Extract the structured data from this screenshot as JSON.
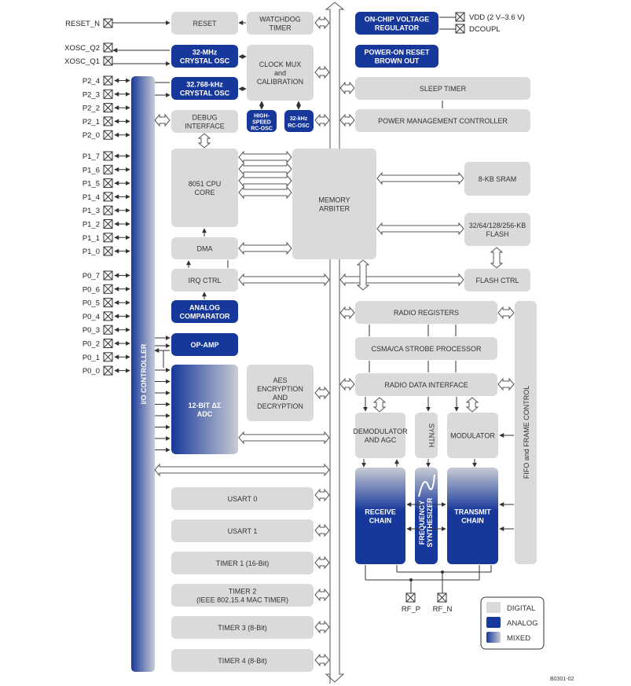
{
  "title": "CC2530 Block Diagram",
  "colors": {
    "digital": "#d9dadb",
    "analog": "#17389b",
    "mixed_start": "#17389b",
    "mixed_end": "#c8ccd4",
    "line": "#333333"
  },
  "pins": {
    "reset_n": "RESET_N",
    "xosc_q2": "XOSC_Q2",
    "xosc_q1": "XOSC_Q1",
    "p2": [
      "P2_4",
      "P2_3",
      "P2_2",
      "P2_1",
      "P2_0"
    ],
    "p1": [
      "P1_7",
      "P1_6",
      "P1_5",
      "P1_4",
      "P1_3",
      "P1_2",
      "P1_1",
      "P1_0"
    ],
    "p0": [
      "P0_7",
      "P0_6",
      "P0_5",
      "P0_4",
      "P0_3",
      "P0_2",
      "P0_1",
      "P0_0"
    ],
    "vdd": "VDD (2 V–3.6 V)",
    "dcoupl": "DCOUPL",
    "rf_p": "RF_P",
    "rf_n": "RF_N"
  },
  "blocks": {
    "reset": "RESET",
    "watchdog": [
      "WATCHDOG",
      "TIMER"
    ],
    "xosc32m": [
      "32-MHz",
      "CRYSTAL OSC"
    ],
    "xosc32k": [
      "32.768-kHz",
      "CRYSTAL OSC"
    ],
    "clockmux": [
      "CLOCK MUX",
      "and",
      "CALIBRATION"
    ],
    "hs_rcosc": [
      "HIGH-",
      "SPEED",
      "RC-OSC"
    ],
    "rcosc32k": [
      "32-kHz",
      "RC-OSC"
    ],
    "debug": [
      "DEBUG",
      "INTERFACE"
    ],
    "vreg": [
      "ON-CHIP VOLTAGE",
      "REGULATOR"
    ],
    "por": [
      "POWER-ON RESET",
      "BROWN OUT"
    ],
    "sleep_timer": "SLEEP TIMER",
    "pmc": "POWER MANAGEMENT CONTROLLER",
    "cpu": [
      "8051 CPU",
      "CORE"
    ],
    "mem_arbiter": [
      "MEMORY",
      "ARBITER"
    ],
    "sram": "8-KB SRAM",
    "flash": [
      "32/64/128/256-KB",
      "FLASH"
    ],
    "flash_ctrl": "FLASH CTRL",
    "dma": "DMA",
    "irq": "IRQ CTRL",
    "analog_comp": [
      "ANALOG",
      "COMPARATOR"
    ],
    "opamp": "OP-AMP",
    "adc": [
      "12-BIT ΔΣ",
      "ADC"
    ],
    "aes": [
      "AES",
      "ENCRYPTION",
      "AND",
      "DECRYPTION"
    ],
    "io_controller": "I/O CONTROLLER",
    "usart0": "USART 0",
    "usart1": "USART 1",
    "timer1": "TIMER 1 (16-Bit)",
    "timer2": [
      "TIMER 2",
      "(IEEE 802.15.4 MAC TIMER)"
    ],
    "timer3": "TIMER 3 (8-Bit)",
    "timer4": "TIMER 4 (8-Bit)",
    "radio_regs": "RADIO REGISTERS",
    "csma": "CSMA/CA STROBE PROCESSOR",
    "radio_data": "RADIO DATA INTERFACE",
    "demod": [
      "DEMODULATOR",
      "AND AGC"
    ],
    "synth": "SYNTH",
    "modulator": "MODULATOR",
    "receive": [
      "RECEIVE",
      "CHAIN"
    ],
    "freq_synth": [
      "FREQUENCY",
      "SYNTHESIZER"
    ],
    "transmit": [
      "TRANSMIT",
      "CHAIN"
    ],
    "fifo": "FIFO and FRAME CONTROL"
  },
  "legend": {
    "digital": "DIGITAL",
    "analog": "ANALOG",
    "mixed": "MIXED"
  },
  "figure_id": "B0301-02"
}
